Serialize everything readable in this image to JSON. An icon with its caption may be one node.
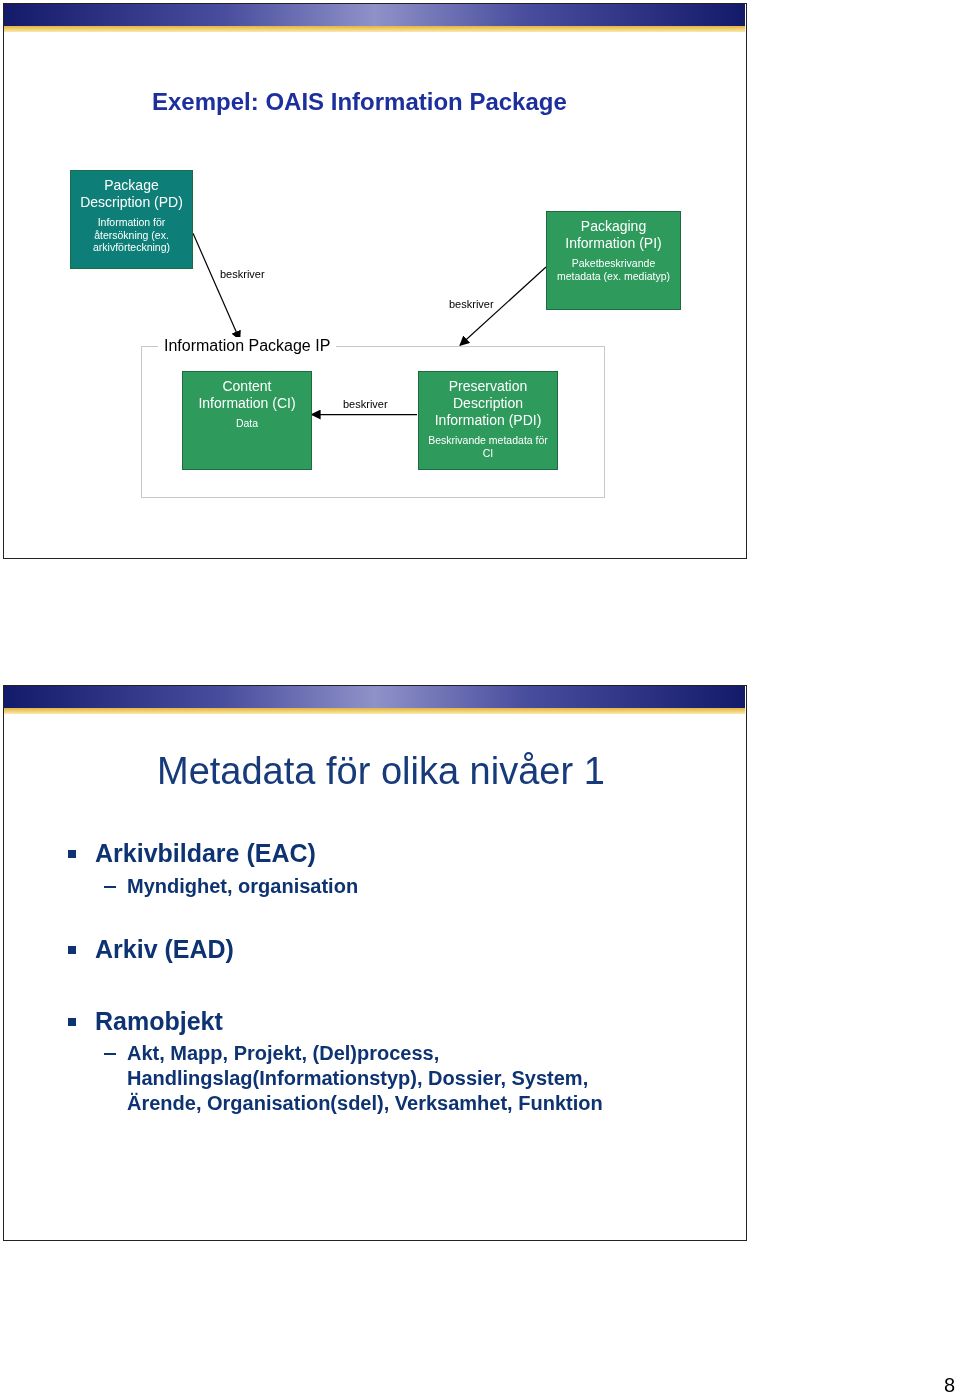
{
  "diagram": {
    "title": "Exempel: OAIS Information Package",
    "nodes": [
      {
        "text": [
          "Package Description (PD)",
          "Information för återsökning (ex. arkivförteckning)"
        ]
      },
      {
        "text": [
          "Packaging Information (PI)",
          "Paketbeskrivande metadata (ex. mediatyp)"
        ]
      },
      {
        "text": [
          "Information Package IP"
        ]
      },
      {
        "text": [
          "Content Information (CI)",
          "Data"
        ],
        "in": 2
      },
      {
        "text": [
          "Preservation Description Information (PDI)",
          "Beskrivande metadata för CI"
        ],
        "in": 2
      }
    ],
    "edges": [
      {
        "from": 0,
        "to": 2,
        "arrow": "to",
        "label": "beskriver"
      },
      {
        "from": 1,
        "to": 2,
        "arrow": "to",
        "label": "beskriver"
      },
      {
        "from": 4,
        "to": 3,
        "arrow": "to",
        "label": "beskriver"
      }
    ],
    "labels": [
      "Metadata för olika nivåer 1",
      "Arkivbildare (EAC)",
      "Myndighet, organisation",
      "Arkiv (EAD)",
      "Ramobjekt",
      "Akt, Mapp, Projekt, (Del)process, Handlingslag(Informationstyp), Dossier, System, Ärende, Organisation(sdel), Verksamhet, Funktion",
      "8"
    ]
  }
}
